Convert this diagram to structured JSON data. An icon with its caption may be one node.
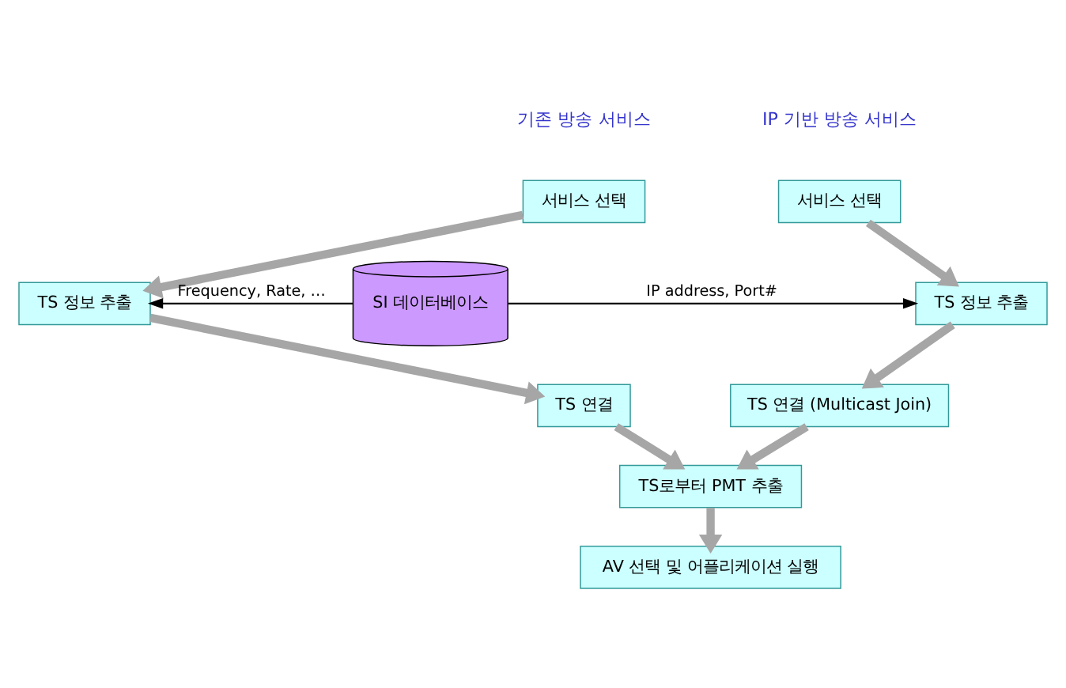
{
  "diagram": {
    "nodes": [
      {
        "text": [
          "서비스 선택"
        ]
      },
      {
        "text": [
          "TS 정보 추출"
        ]
      },
      {
        "text": [
          "TS 연결"
        ]
      },
      {
        "text": [
          "SI 데이터베이스"
        ]
      },
      {
        "text": [
          "서비스 선택"
        ]
      },
      {
        "text": [
          "TS 정보 추출"
        ]
      },
      {
        "text": [
          "TS 연결 (Multicast Join)"
        ]
      },
      {
        "text": [
          "TS로부터 PMT 추출"
        ]
      },
      {
        "text": [
          "AV 선택 및 어플리케이션 실행"
        ]
      }
    ],
    "edges": [
      {
        "from": 0,
        "to": 1,
        "arrow": "to"
      },
      {
        "from": 1,
        "to": 2,
        "arrow": "to"
      },
      {
        "from": 3,
        "to": 1,
        "arrow": "to",
        "label": "Frequency, Rate, …",
        "color": "#000000"
      },
      {
        "from": 3,
        "to": 5,
        "arrow": "to",
        "label": "IP address, Port#",
        "color": "#000000"
      },
      {
        "from": 4,
        "to": 5,
        "arrow": "to"
      },
      {
        "from": 5,
        "to": 6,
        "arrow": "to"
      },
      {
        "from": 2,
        "to": 7,
        "arrow": "to"
      },
      {
        "from": 6,
        "to": 7,
        "arrow": "to"
      },
      {
        "from": 7,
        "to": 8,
        "arrow": "to"
      }
    ],
    "labels": [
      "기존 방송 서비스",
      "IP 기반 방송 서비스"
    ]
  }
}
